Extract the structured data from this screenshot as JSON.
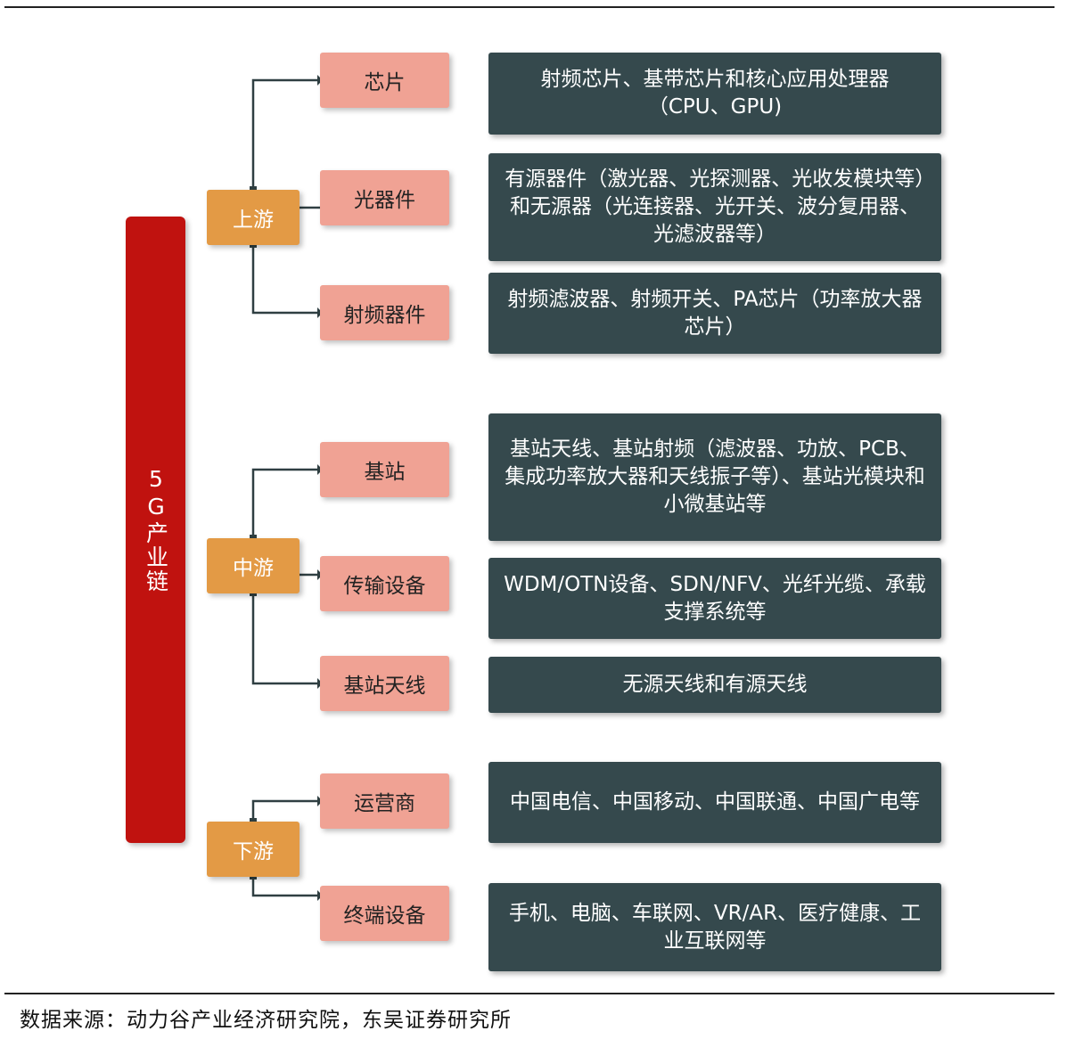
{
  "root": {
    "label": "5G产业链"
  },
  "stages": [
    {
      "label": "上游",
      "items": [
        {
          "label": "芯片",
          "detail": "射频芯片、基带芯片和核心应用处理器（CPU、GPU)"
        },
        {
          "label": "光器件",
          "detail": "有源器件（激光器、光探测器、光收发模块等）和无源器（光连接器、光开关、波分复用器、光滤波器等）"
        },
        {
          "label": "射频器件",
          "detail": "射频滤波器、射频开关、PA芯片（功率放大器芯片）"
        }
      ]
    },
    {
      "label": "中游",
      "items": [
        {
          "label": "基站",
          "detail": "基站天线、基站射频（滤波器、功放、PCB、集成功率放大器和天线振子等）、基站光模块和小微基站等"
        },
        {
          "label": "传输设备",
          "detail": "WDM/OTN设备、SDN/NFV、光纤光缆、承载支撑系统等"
        },
        {
          "label": "基站天线",
          "detail": "无源天线和有源天线"
        }
      ]
    },
    {
      "label": "下游",
      "items": [
        {
          "label": "运营商",
          "detail": "中国电信、中国移动、中国联通、中国广电等"
        },
        {
          "label": "终端设备",
          "detail": "手机、电脑、车联网、VR/AR、医疗健康、工业互联网等"
        }
      ]
    }
  ],
  "source": "数据来源：动力谷产业经济研究院，东吴证券研究所",
  "colors": {
    "root": "#c0120f",
    "stage": "#e39a45",
    "item": "#f0a294",
    "detail": "#35494d",
    "connector": "#2f3f42"
  }
}
